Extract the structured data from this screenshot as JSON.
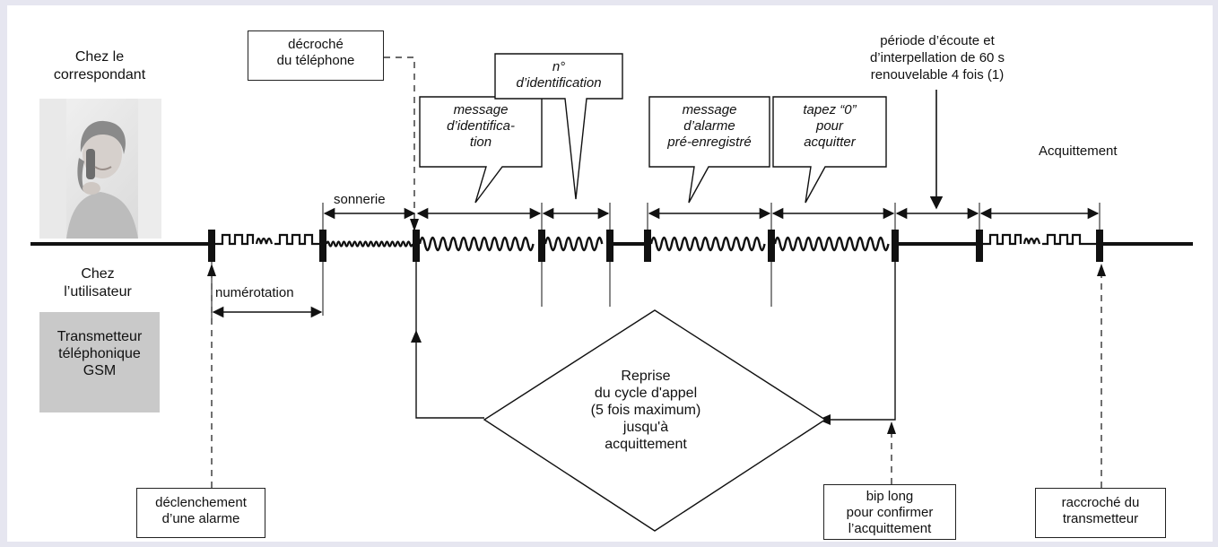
{
  "caller_side": "Chez le\ncorrespondant",
  "user_side": "Chez\nl’utilisateur",
  "device": "Transmetteur\ntéléphonique\nGSM",
  "signals": {
    "sonnerie": "sonnerie",
    "numerotation": "numérotation",
    "acquittement": "Acquittement"
  },
  "boxes": {
    "decroche": "décroché\ndu téléphone",
    "declenchement": "déclenchement\nd’une alarme",
    "bip": "bip long\npour confirmer\nl’acquittement",
    "raccroche": "raccroché du\ntransmetteur"
  },
  "bubbles": {
    "identification": "message\nd’identifica-\ntion",
    "numero": "n°\nd’identification",
    "alarme": "message\nd’alarme\npré-enregistré",
    "tapez": "tapez “0”\npour\nacquitter"
  },
  "listen_period": "période d’écoute et\nd’interpellation de 60 s\nrenouvelable 4 fois (1)",
  "diamond": "Reprise\ndu cycle d'appel\n(5 fois maximum)\njusqu'à\nacquittement",
  "icons": {
    "photo": "woman-on-phone-photo"
  },
  "colors": {
    "frame": "#e6e6f0",
    "device_box": "#c9c9c9",
    "ink": "#111111"
  }
}
